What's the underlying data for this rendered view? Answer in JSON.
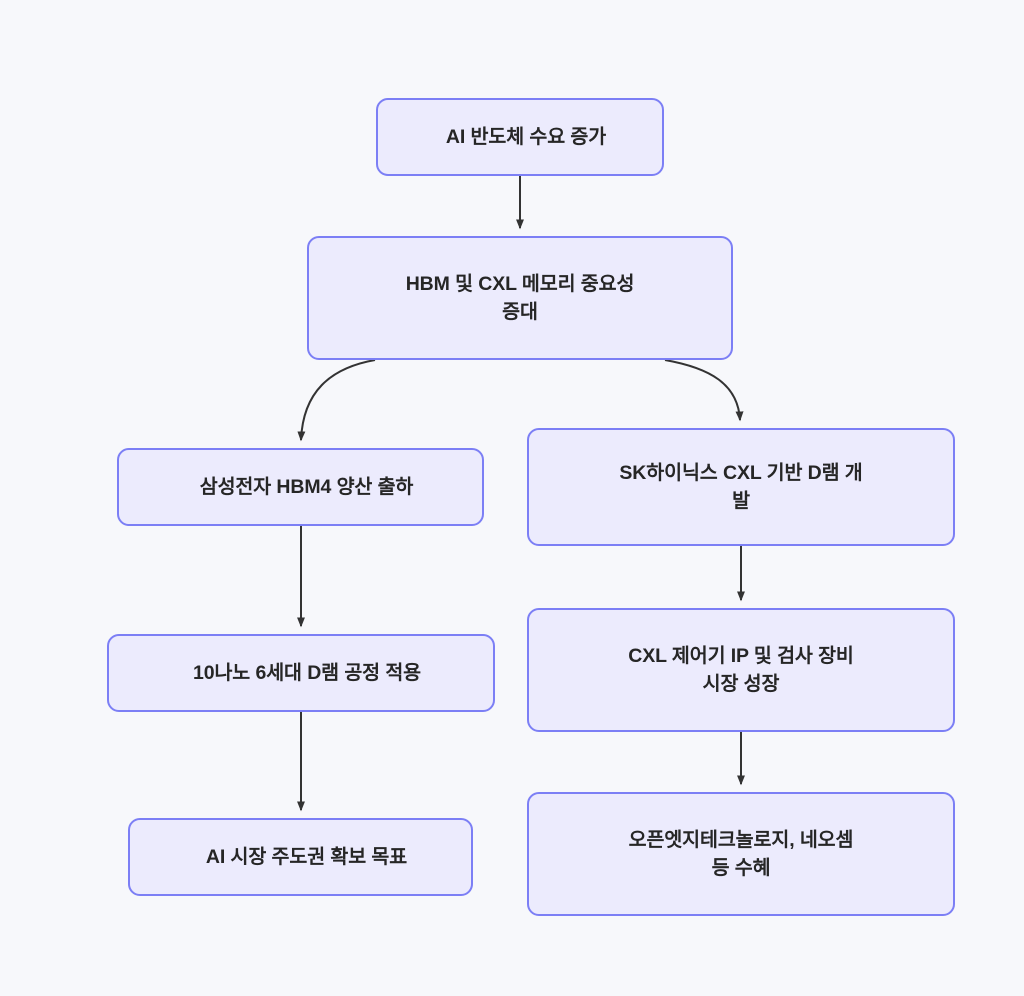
{
  "diagram": {
    "type": "flowchart",
    "direction": "top-down",
    "background_color": "#f7f8fb",
    "node_fill_color": "#ecebfd",
    "node_border_color": "#7c7ff5",
    "node_text_color": "#262626",
    "edge_color": "#333333",
    "nodes": [
      {
        "id": "root",
        "label": "AI 반도체 수요 증가",
        "clipped": true
      },
      {
        "id": "memory",
        "label": "HBM 및 CXL 메모리 중요성\n증대",
        "clipped": false
      },
      {
        "id": "samsung_hbm4",
        "label": "삼성전자 HBM4 양산 출하",
        "clipped": true
      },
      {
        "id": "sk_cxl_dram",
        "label": "SK하이닉스 CXL 기반 D램 개\n발",
        "clipped": false
      },
      {
        "id": "nm10_process",
        "label": "10나노 6세대 D램 공정 적용",
        "clipped": true
      },
      {
        "id": "cxl_market",
        "label": "CXL 제어기 IP 및 검사 장비\n시장 성장",
        "clipped": false
      },
      {
        "id": "ai_leadership",
        "label": "AI 시장 주도권 확보 목표",
        "clipped": true
      },
      {
        "id": "beneficiaries",
        "label": "오픈엣지테크놀로지, 네오셈\n등 수혜",
        "clipped": false
      }
    ],
    "edges": [
      {
        "from": "root",
        "to": "memory",
        "style": "straight"
      },
      {
        "from": "memory",
        "to": "samsung_hbm4",
        "style": "curved"
      },
      {
        "from": "memory",
        "to": "sk_cxl_dram",
        "style": "curved"
      },
      {
        "from": "samsung_hbm4",
        "to": "nm10_process",
        "style": "straight"
      },
      {
        "from": "nm10_process",
        "to": "ai_leadership",
        "style": "straight"
      },
      {
        "from": "sk_cxl_dram",
        "to": "cxl_market",
        "style": "straight"
      },
      {
        "from": "cxl_market",
        "to": "beneficiaries",
        "style": "straight"
      }
    ]
  }
}
